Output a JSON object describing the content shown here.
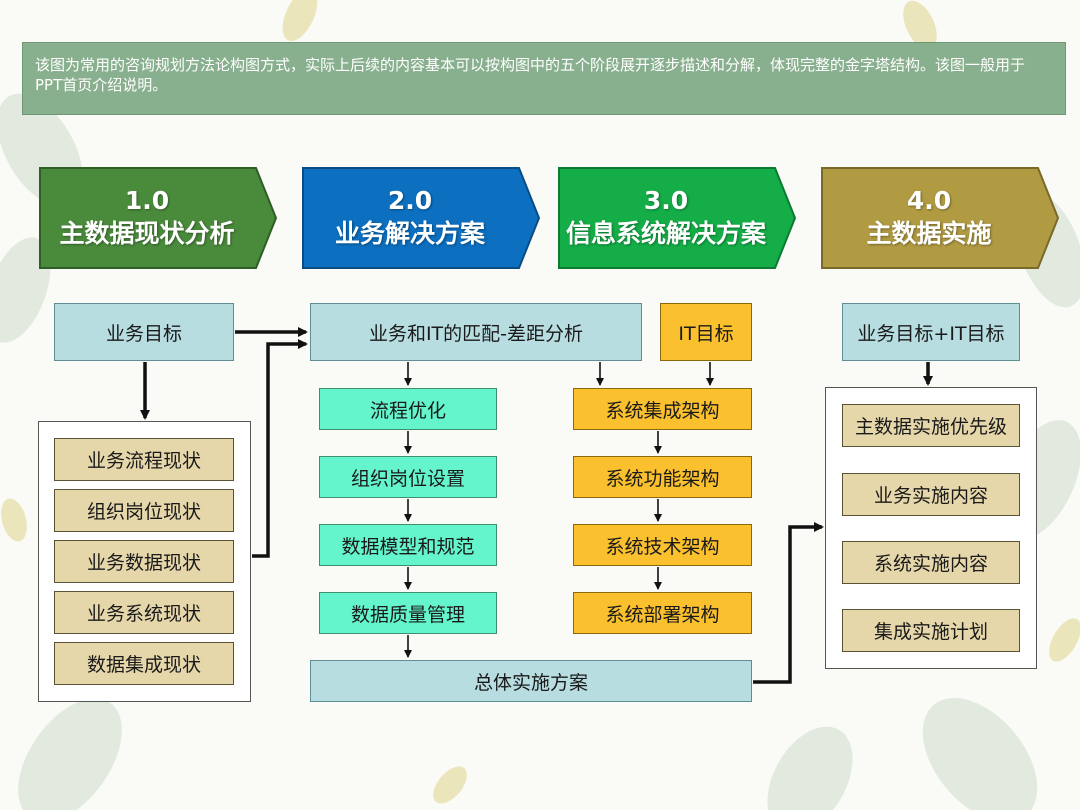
{
  "intro": "该图为常用的咨询规划方法论构图方式，实际上后续的内容基本可以按构图中的五个阶段展开逐步描述和分解，体现完整的金字塔结构。该图一般用于PPT首页介绍说明。",
  "colors": {
    "phase1": "#4a8a3b",
    "phase2": "#0c6fc0",
    "phase3": "#14ad47",
    "phase4": "#b09a42",
    "box_blue": "#b7dde1",
    "box_green": "#64f5cc",
    "box_yellow": "#fbc02d",
    "box_khaki": "#e6d7aa"
  },
  "phases": [
    {
      "num": "1.0",
      "name": "主数据现状分析"
    },
    {
      "num": "2.0",
      "name": "业务解决方案"
    },
    {
      "num": "3.0",
      "name": "信息系统解决方案"
    },
    {
      "num": "4.0",
      "name": "主数据实施"
    }
  ],
  "col1": {
    "goal": "业务目标",
    "items": [
      "业务流程现状",
      "组织岗位现状",
      "业务数据现状",
      "业务系统现状",
      "数据集成现状"
    ]
  },
  "col2": {
    "match": "业务和IT的匹配-差距分析",
    "items": [
      "流程优化",
      "组织岗位设置",
      "数据模型和规范",
      "数据质量管理"
    ],
    "overall": "总体实施方案"
  },
  "col3": {
    "it_goal": "IT目标",
    "items": [
      "系统集成架构",
      "系统功能架构",
      "系统技术架构",
      "系统部署架构"
    ]
  },
  "col4": {
    "goal": "业务目标+IT目标",
    "items": [
      "主数据实施优先级",
      "业务实施内容",
      "系统实施内容",
      "集成实施计划"
    ]
  }
}
